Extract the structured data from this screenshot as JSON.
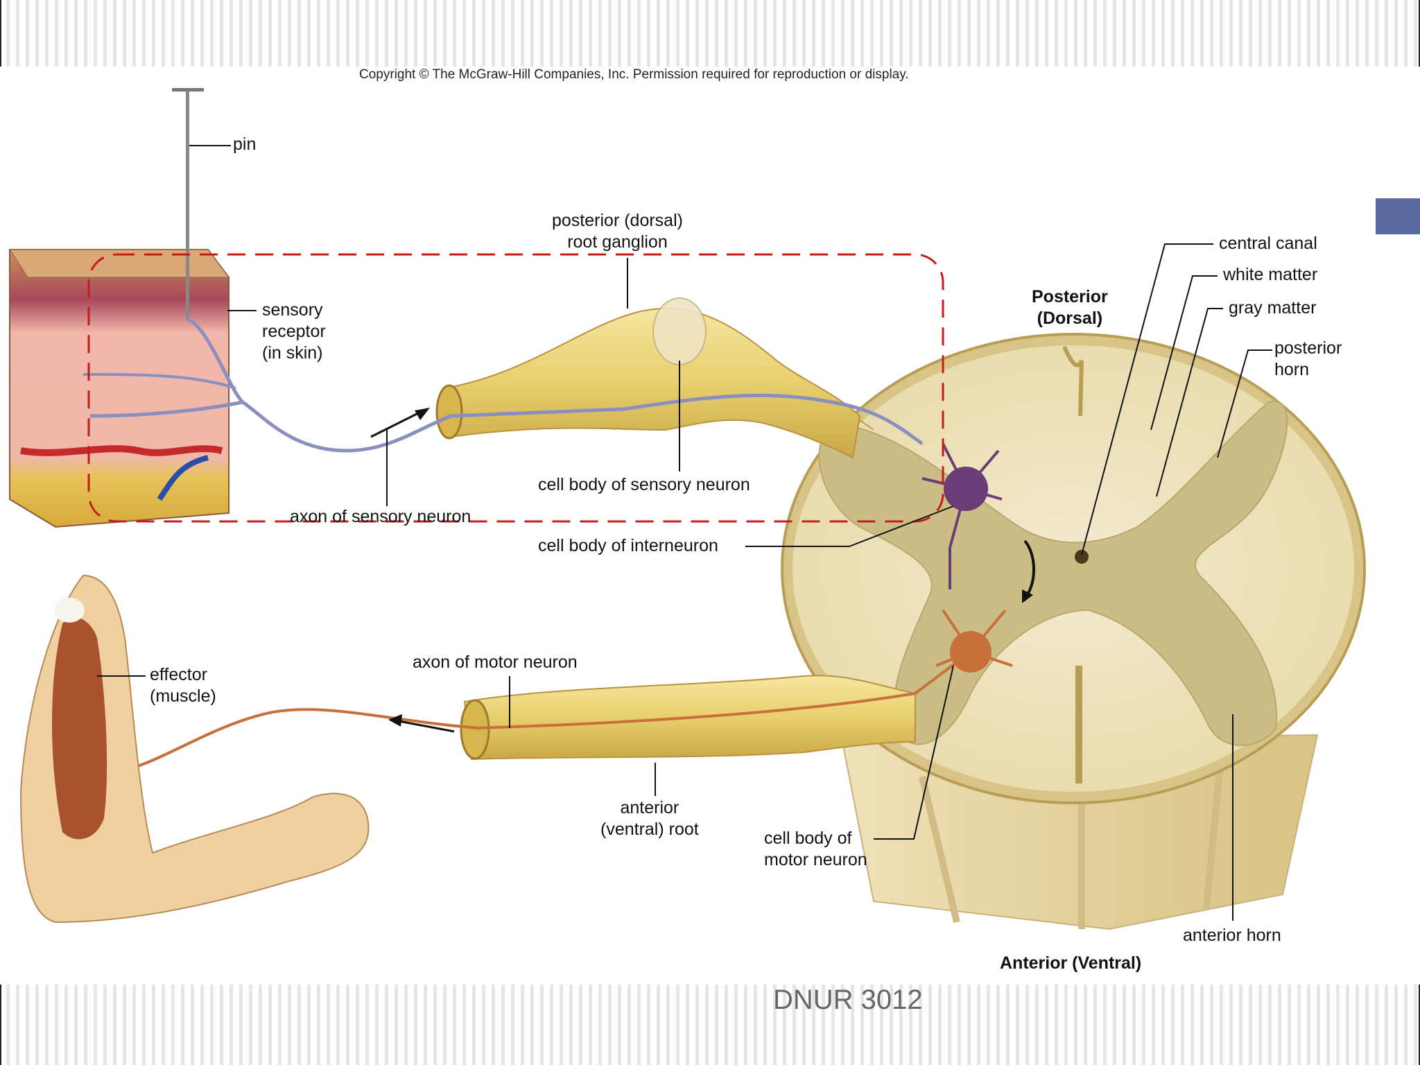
{
  "copyright": "Copyright © The McGraw-Hill Companies, Inc. Permission required for reproduction or display.",
  "footer": "DNUR 3012",
  "labels": {
    "pin": "pin",
    "sensory_receptor": "sensory\nreceptor\n(in skin)",
    "dorsal_root_ganglion": "posterior (dorsal)\nroot ganglion",
    "central_canal": "central canal",
    "white_matter": "white matter",
    "gray_matter": "gray matter",
    "posterior_dorsal": "Posterior\n(Dorsal)",
    "posterior_horn": "posterior\nhorn",
    "cell_body_sensory": "cell body of sensory neuron",
    "axon_sensory": "axon of sensory neuron",
    "cell_body_interneuron": "cell body of interneuron",
    "effector": "effector\n(muscle)",
    "axon_motor": "axon of motor neuron",
    "anterior_root": "anterior\n(ventral) root",
    "cell_body_motor": "cell body of\nmotor neuron",
    "anterior_horn": "anterior horn",
    "anterior_ventral": "Anterior (Ventral)"
  },
  "colors": {
    "nerve": "#e8cf6e",
    "spinal_cord_white": "#f0e3b5",
    "gray_matter": "#cbbd86",
    "sensory_axon": "#8a8fbf",
    "motor_axon": "#c8703a",
    "interneuron": "#6b3d78",
    "dashed_box": "#c41b1b",
    "accent": "#5b6aa0"
  }
}
